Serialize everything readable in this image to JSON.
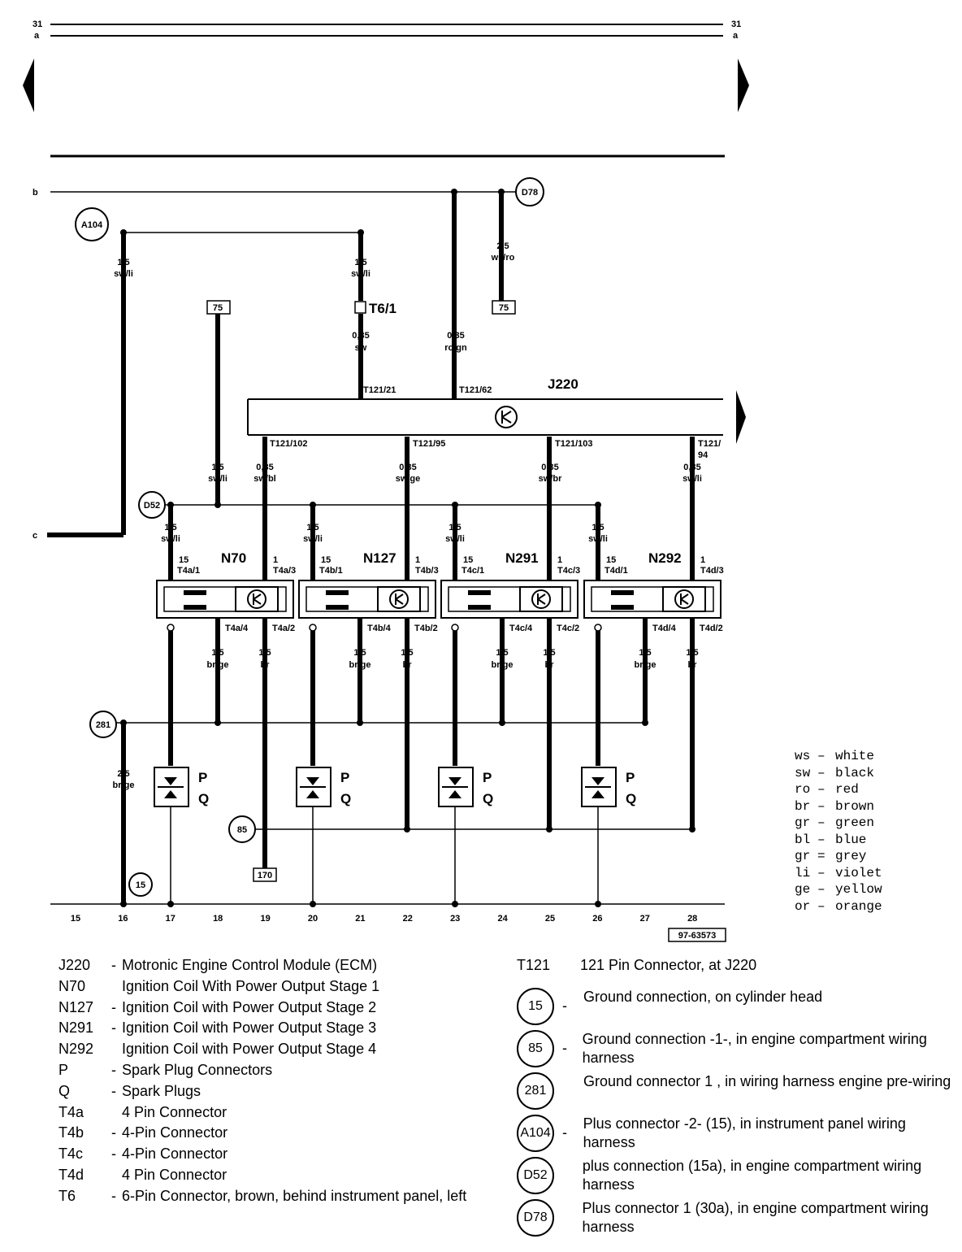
{
  "diagram": {
    "rails": {
      "top_31": "31",
      "top_a": "a",
      "b": "b",
      "c": "c"
    },
    "figure_id": "97-63573",
    "module": {
      "name": "J220"
    },
    "connector": {
      "t6": "T6/1"
    },
    "coils": [
      {
        "name": "N70",
        "pin15": "15",
        "pin1": "1",
        "t1": "T4a/1",
        "t3": "T4a/3",
        "t4": "T4a/4",
        "t2": "T4a/2"
      },
      {
        "name": "N127",
        "pin15": "15",
        "pin1": "1",
        "t1": "T4b/1",
        "t3": "T4b/3",
        "t4": "T4b/4",
        "t2": "T4b/2"
      },
      {
        "name": "N291",
        "pin15": "15",
        "pin1": "1",
        "t1": "T4c/1",
        "t3": "T4c/3",
        "t4": "T4c/4",
        "t2": "T4c/2"
      },
      {
        "name": "N292",
        "pin15": "15",
        "pin1": "1",
        "t1": "T4d/1",
        "t3": "T4d/3",
        "t4": "T4d/4",
        "t2": "T4d/2"
      }
    ],
    "module_pins": [
      "T121/21",
      "T121/62",
      "T121/102",
      "T121/95",
      "T121/103",
      "T121/",
      "94"
    ],
    "wires": {
      "a104_left": [
        "1,5",
        "sw/li"
      ],
      "a104_right": [
        "1,5",
        "sw/li"
      ],
      "t6_below": [
        "0,35",
        "sw"
      ],
      "j220_62": [
        "0,35",
        "ro/gn"
      ],
      "d78": [
        "2,5",
        "ws/ro"
      ],
      "w75": [
        "1,5",
        "sw/li"
      ],
      "out102": [
        "0,35",
        "sw/bl"
      ],
      "out95": [
        "0,35",
        "sw/ge"
      ],
      "out103": [
        "0,35",
        "sw/br"
      ],
      "out94": [
        "0,35",
        "sw/li"
      ],
      "d52_1": [
        "1,5",
        "sw/li"
      ],
      "d52_2": [
        "1,5",
        "sw/li"
      ],
      "d52_3": [
        "1,5",
        "sw/li"
      ],
      "d52_4": [
        "1,5",
        "sw/li"
      ],
      "gnd_a": [
        "1,5",
        "br/ge"
      ],
      "gnd_b": [
        "1,5",
        "br"
      ],
      "gnd281": [
        "2,5",
        "br/ge"
      ]
    },
    "boxes": [
      "75",
      "75",
      "170"
    ],
    "circles": [
      "A104",
      "D78",
      "D52",
      "281",
      "85",
      "15"
    ],
    "plug_labels": [
      "P",
      "Q"
    ],
    "columns": [
      "15",
      "16",
      "17",
      "18",
      "19",
      "20",
      "21",
      "22",
      "23",
      "24",
      "25",
      "26",
      "27",
      "28"
    ]
  },
  "color_legend": [
    {
      "code": "ws",
      "sep": "–",
      "name": "white"
    },
    {
      "code": "sw",
      "sep": "–",
      "name": "black"
    },
    {
      "code": "ro",
      "sep": "–",
      "name": "red"
    },
    {
      "code": "br",
      "sep": "–",
      "name": "brown"
    },
    {
      "code": "gr",
      "sep": "–",
      "name": "green"
    },
    {
      "code": "bl",
      "sep": "–",
      "name": "blue"
    },
    {
      "code": "gr",
      "sep": "=",
      "name": "grey"
    },
    {
      "code": "li",
      "sep": "–",
      "name": "violet"
    },
    {
      "code": "ge",
      "sep": "–",
      "name": "yellow"
    },
    {
      "code": "or",
      "sep": "–",
      "name": "orange"
    }
  ],
  "components": [
    {
      "code": "J220",
      "dash": "-",
      "desc": "Motronic Engine Control Module (ECM)"
    },
    {
      "code": "N70",
      "dash": "",
      "desc": "Ignition Coil With Power Output Stage 1"
    },
    {
      "code": "N127",
      "dash": "-",
      "desc": "Ignition Coil with Power Output Stage 2"
    },
    {
      "code": "N291",
      "dash": "-",
      "desc": "Ignition Coil with Power Output Stage 3"
    },
    {
      "code": "N292",
      "dash": "",
      "desc": "Ignition Coil with Power Output Stage 4"
    },
    {
      "code": "P",
      "dash": "-",
      "desc": "Spark Plug Connectors"
    },
    {
      "code": "Q",
      "dash": "-",
      "desc": "Spark Plugs"
    },
    {
      "code": "T4a",
      "dash": "",
      "desc": "4 Pin Connector"
    },
    {
      "code": "T4b",
      "dash": "-",
      "desc": "4-Pin Connector"
    },
    {
      "code": "T4c",
      "dash": "-",
      "desc": "4-Pin Connector"
    },
    {
      "code": "T4d",
      "dash": "",
      "desc": "4 Pin Connector"
    },
    {
      "code": "T6",
      "dash": "-",
      "desc": "6-Pin Connector, brown, behind instrument panel, left"
    }
  ],
  "t121": {
    "code": "T121",
    "desc": "121 Pin Connector, at  J220"
  },
  "grounds": [
    {
      "id": "15",
      "dash": "-",
      "desc": "Ground connection, on cylinder head"
    },
    {
      "id": "85",
      "dash": "-",
      "desc": "Ground connection -1-, in engine compartment wiring harness"
    },
    {
      "id": "281",
      "dash": "",
      "desc": "Ground connector  1 , in wiring harness engine pre-wiring"
    },
    {
      "id": "A104",
      "dash": "-",
      "desc": "Plus connector -2- (15), in instrument panel wiring harness"
    },
    {
      "id": "D52",
      "dash": "",
      "desc": "plus connection (15a), in engine compartment wiring harness"
    },
    {
      "id": "D78",
      "dash": "",
      "desc": "Plus connector  1  (30a), in engine compartment wiring harness"
    }
  ]
}
